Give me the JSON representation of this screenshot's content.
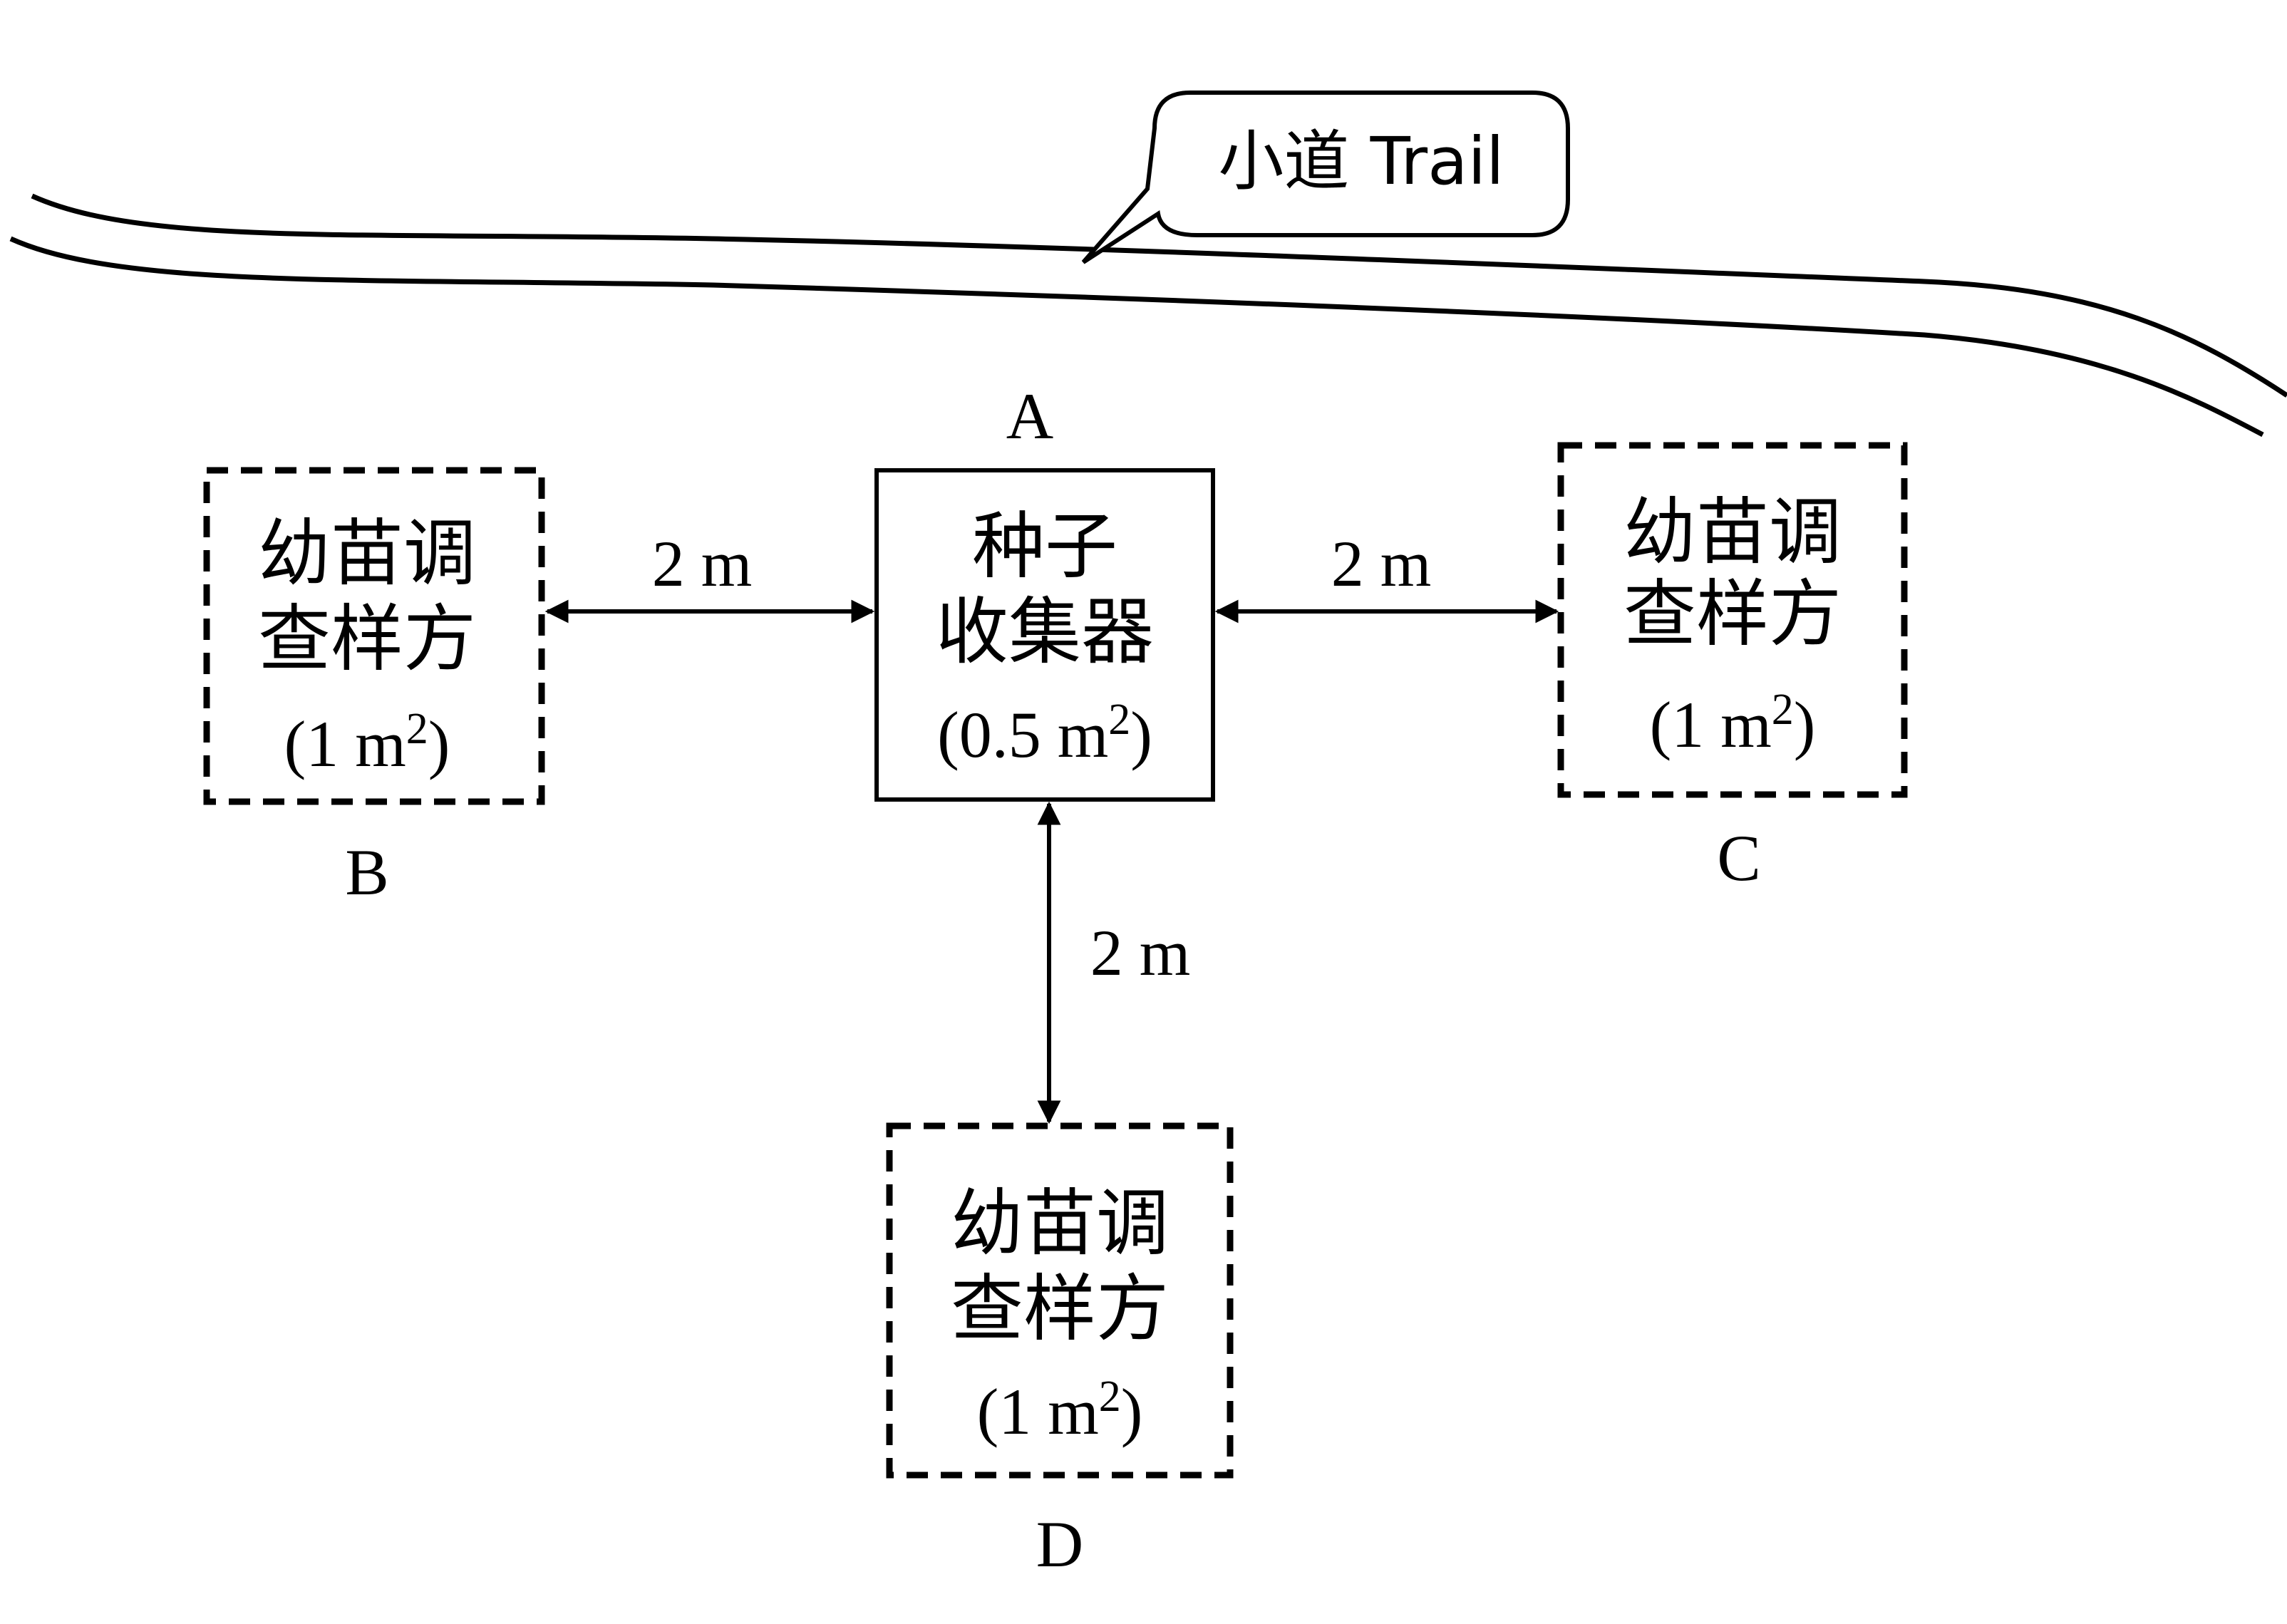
{
  "trail": {
    "label": "小道 Trail"
  },
  "collector": {
    "letter": "A",
    "line1": "种子",
    "line2": "收集器",
    "area_prefix": "(0.5 m",
    "area_sup": "2",
    "area_suffix": ")"
  },
  "plots": [
    {
      "letter": "B",
      "line1": "幼苗调",
      "line2": "查样方",
      "area_prefix": "(1 m",
      "area_sup": "2",
      "area_suffix": ")"
    },
    {
      "letter": "C",
      "line1": "幼苗调",
      "line2": "查样方",
      "area_prefix": "(1 m",
      "area_sup": "2",
      "area_suffix": ")"
    },
    {
      "letter": "D",
      "line1": "幼苗调",
      "line2": "查样方",
      "area_prefix": "(1 m",
      "area_sup": "2",
      "area_suffix": ")"
    }
  ],
  "distances": {
    "left": "2 m",
    "right": "2 m",
    "down": "2 m"
  }
}
